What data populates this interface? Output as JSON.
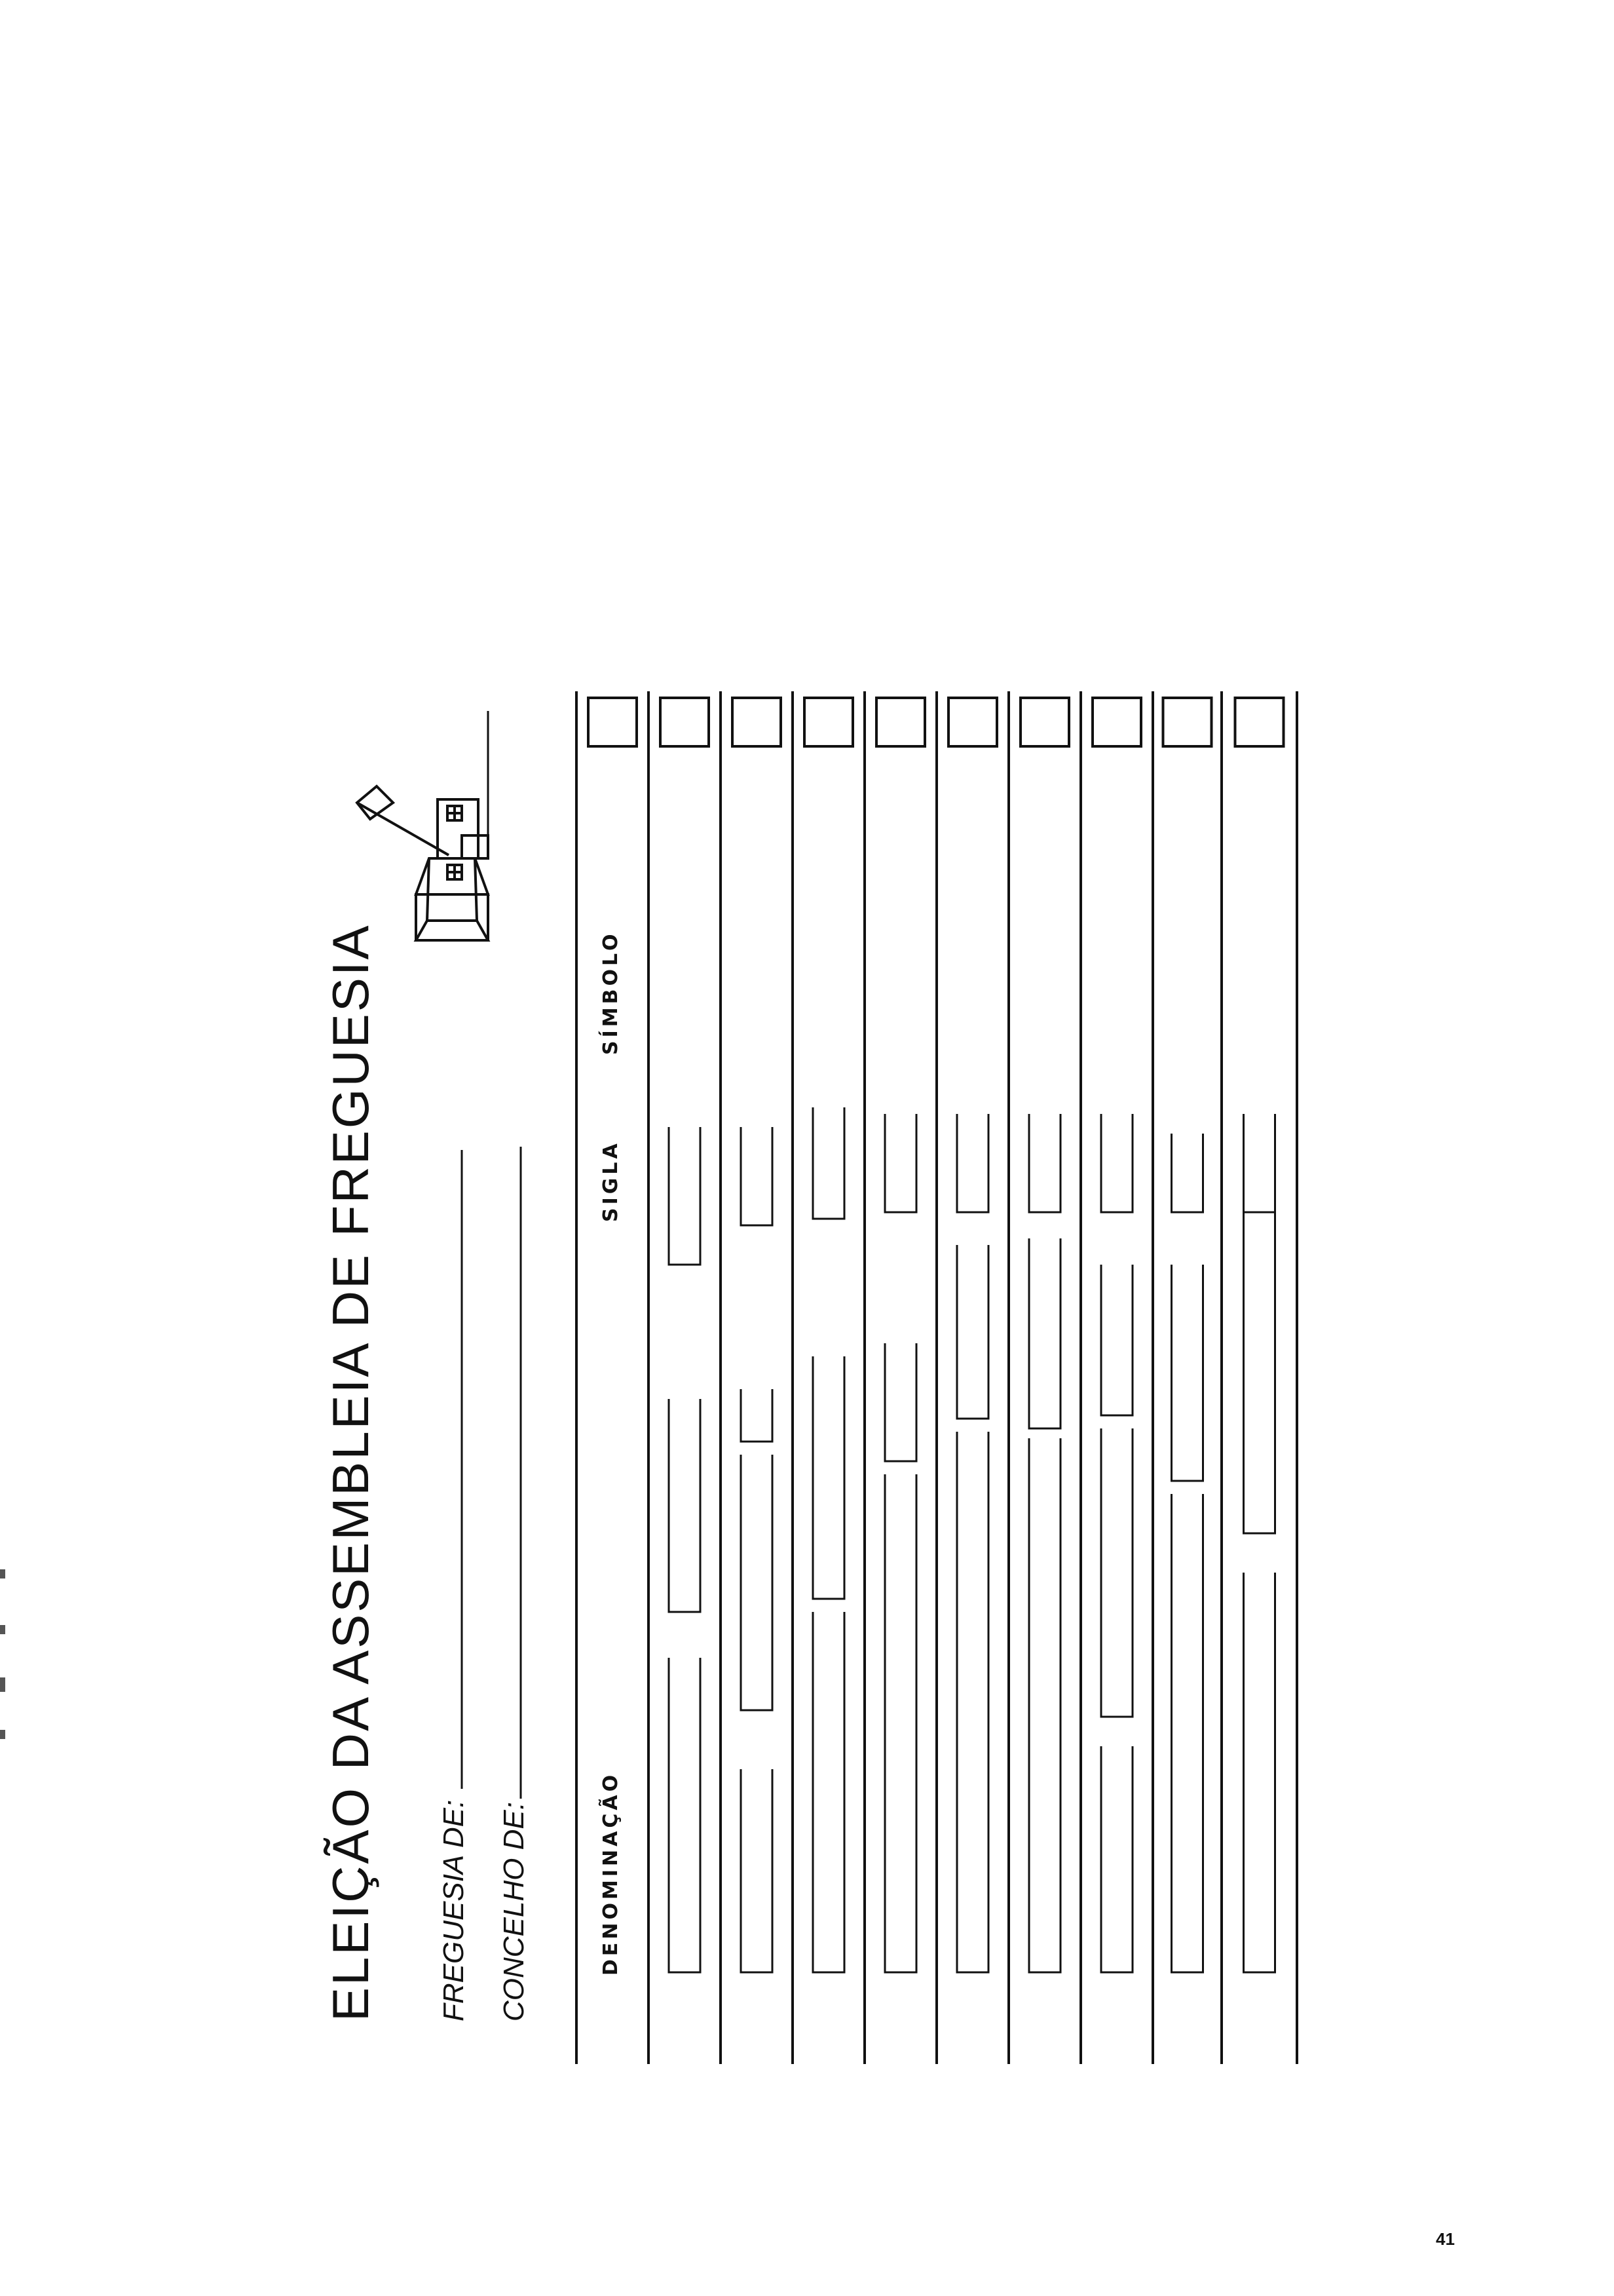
{
  "heading": {
    "title": "ELEIÇÃO DA ASSEMBLEIA DE FREGUESIA",
    "freguesia_label": "FREGUESIA DE:",
    "concelho_label": "CONCELHO DE:"
  },
  "table": {
    "headers": {
      "denominacao": "DENOMINAÇÃO",
      "sigla": "SIGLA",
      "simbolo": "SÍMBOLO"
    },
    "row_count": 9
  },
  "page_number": "41"
}
